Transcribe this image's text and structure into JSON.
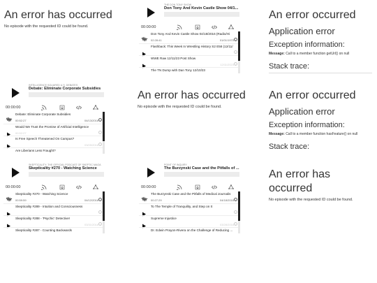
{
  "errors": {
    "not_found_title": "An error has occurred",
    "not_found_msg": "No episode with the requested ID could be found.",
    "occurred_title": "An error occurred",
    "app_error": "Application error",
    "exception_info": "Exception information:",
    "message_label": "Message:",
    "exc1_msg": "Call to a member function getUrl() on null",
    "exc2_msg": "Call to a member function hasFeature() on null",
    "stack_trace": "Stack trace:"
  },
  "players": [
    {
      "show": "THE DON TONY SHOW",
      "title": "Don Tony And Kevin Castle Show 04/1...",
      "time": "00:00:00",
      "now": {
        "title": "Don Tony And Kevin Castle Show 04/18/2016 (Radio/Hi",
        "duration": "02:28:41",
        "date": "01/01/1970"
      },
      "rows": [
        {
          "title": "Flashback: This Week In Wrestling History S2 E58 (12/11/",
          "duration": "",
          "date": ""
        },
        {
          "title": "WWE Raw 12/11/23 Post Show",
          "duration": "",
          "date": "12/11/2023"
        },
        {
          "title": "The TN Dump with Dan Tony 12/10/23",
          "duration": "",
          "date": ""
        }
      ]
    },
    {
      "show": "INTELLIGENCE SQUARED U.S. DEBATES",
      "title": "Debate: Eliminate Corporate Subsidies",
      "time": "00:00:00",
      "now": {
        "title": "Debate: Eliminate Corporate Subsidies",
        "duration": "00:52:27",
        "date": "04/13/2016"
      },
      "rows": [
        {
          "title": "Would We Trust the Promise of Artificial Intelligence",
          "duration": "00:52:27",
          "date": ""
        },
        {
          "title": "Is Free Speech Threatened On Campus?",
          "duration": "",
          "date": "03/09/2016"
        },
        {
          "title": "Are Liberians Less Fraught?",
          "duration": "",
          "date": ""
        }
      ]
    },
    {
      "show": "SKEPTICALITY: THE OFFICIAL PODCAST OF SKEPTIC MAGA",
      "title": "Skepticality #270 - Watching Science",
      "time": "00:00:00",
      "now": {
        "title": "Skepticality #270 - Watching Science",
        "duration": "00:59:59",
        "date": "04/12/2016"
      },
      "rows": [
        {
          "title": "Skepticality #289 - Intuition and Consciousness",
          "duration": "",
          "date": ""
        },
        {
          "title": "Skepticality #288 - 'Psychic' Detective!",
          "duration": "",
          "date": "03/31/2016"
        },
        {
          "title": "Skepticality #287 - Counting Backwards",
          "duration": "",
          "date": ""
        }
      ]
    },
    {
      "show": "POINT OF INQUIRY",
      "title": "The Burzynski Case and the Pitfalls of ...",
      "time": "00:00:00",
      "now": {
        "title": "The Burzynski Case and the Pitfalls of Medical Journalis",
        "duration": "00:27:29",
        "date": "04/18/2016"
      },
      "rows": [
        {
          "title": "To The Temple of Tranquility, and Step on It",
          "duration": "",
          "date": ""
        },
        {
          "title": "Supreme Injustice",
          "duration": "",
          "date": "03/28/2016"
        },
        {
          "title": "Dr. Edwin Prayon-Rivera on the Challenge of Reducing ...",
          "duration": "",
          "date": ""
        }
      ]
    }
  ],
  "icons": {
    "play": "play-icon",
    "rss": "rss-icon",
    "download": "download-icon",
    "embed": "embed-icon",
    "share": "share-icon",
    "wave": "waveform-icon",
    "info": "info-icon"
  }
}
